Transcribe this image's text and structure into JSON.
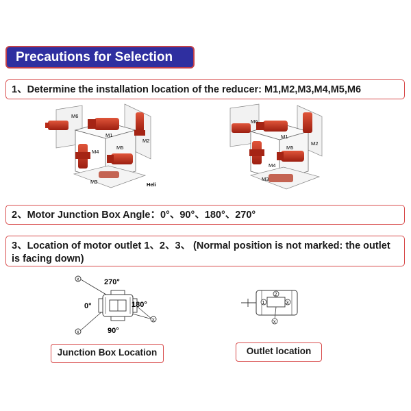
{
  "header": {
    "title": "Precautions for Selection"
  },
  "section1": {
    "text": "1、Determine the installation location of the reducer: M1,M2,M3,M4,M5,M6",
    "diagram_left": {
      "labels": [
        "M6",
        "M1",
        "M2",
        "M4",
        "M5",
        "M3"
      ],
      "brand": "Heli"
    },
    "diagram_right": {
      "labels": [
        "M6",
        "M1",
        "M2",
        "M5",
        "M4",
        "M3"
      ]
    }
  },
  "section2": {
    "text": "2、Motor Junction Box Angle：0°、90°、180°、270°"
  },
  "section3": {
    "text": "3、Location of motor outlet 1、2、3、 (Normal position is not marked: the outlet is facing down)",
    "junction": {
      "a270": "270°",
      "a0": "0°",
      "a180": "180°",
      "a90": "90°",
      "mark": "X"
    },
    "outlet": {
      "n1": "1",
      "n2": "2",
      "n3": "3",
      "mark": "X"
    }
  },
  "labels": {
    "junction_box": "Junction Box Location",
    "outlet": "Outlet location"
  },
  "colors": {
    "header_bg": "#2f2fa0",
    "border": "#d84a4a",
    "motor": "#c8301e"
  }
}
